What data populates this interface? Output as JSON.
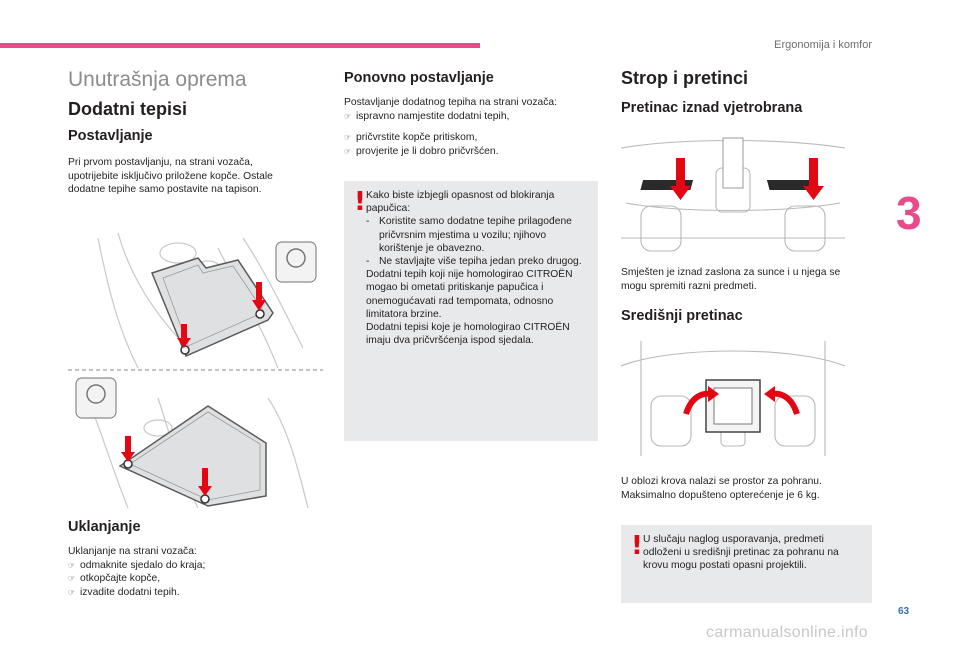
{
  "header": {
    "chapter_title": "Ergonomija i komfor",
    "chapter_number": "3",
    "page_number": "63"
  },
  "watermark": "carmanualsonline.info",
  "left": {
    "section_title": "Unutrašnja oprema",
    "title": "Dodatni tepisi",
    "install_title": "Postavljanje",
    "install_text": "Pri prvom postavljanju, na strani vozača, upotrijebite isključivo priložene kopče. Ostale dodatne tepihe samo postavite na tapison.",
    "remove_title": "Uklanjanje",
    "remove_intro": "Uklanjanje na strani vozača:",
    "remove_steps": [
      "odmaknite sjedalo do kraja;",
      "otkopčajte kopče,",
      "izvadite dodatni tepih."
    ]
  },
  "middle": {
    "title": "Ponovno postavljanje",
    "intro": "Postavljanje dodatnog tepiha na strani vozača:",
    "steps": [
      "ispravno namjestite dodatni tepih,",
      "pričvrstite kopče pritiskom,",
      "provjerite je li dobro pričvršćen."
    ],
    "warning": {
      "lead": "Kako biste izbjegli opasnost od blokiranja papučica:",
      "items": [
        "Koristite samo dodatne tepihe prilagođene pričvrsnim mjestima u vozilu; njihovo korištenje je obavezno.",
        "Ne stavljajte više tepiha jedan preko drugog."
      ],
      "p1": "Dodatni tepih koji nije homologirao CITROËN mogao bi ometati pritiskanje papučica i onemogućavati rad tempomata, odnosno limitatora brzine.",
      "p2": "Dodatni tepisi koje je homologirao CITROËN imaju dva pričvršćenja ispod sjedala."
    }
  },
  "right": {
    "title": "Strop i pretinci",
    "sub1": "Pretinac iznad vjetrobrana",
    "text1": "Smješten je iznad zaslona za sunce i u njega se mogu spremiti razni predmeti.",
    "sub2": "Središnji pretinac",
    "text2": "U oblozi krova nalazi se prostor za pohranu. Maksimalno dopušteno opterećenje je 6 kg.",
    "warning": "U slučaju naglog usporavanja, predmeti odloženi u središnji pretinac za pohranu na krovu mogu postati opasni projektili."
  },
  "icons": {
    "bullet": "pointing-finger-icon",
    "warning": "exclamation-icon"
  },
  "colors": {
    "accent": "#e84a8a",
    "arrow": "#e30613",
    "box": "#e8e9ea"
  }
}
